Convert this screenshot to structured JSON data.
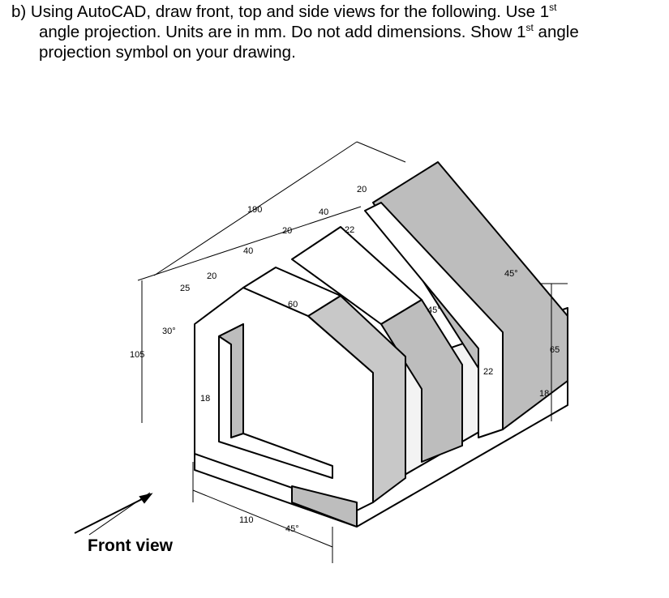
{
  "question": {
    "line1_a": "b) Using AutoCAD, draw front, top and side views for the following. Use 1",
    "line1_sup": "st",
    "line2_a": "angle projection. Units are in mm. Do not add dimensions. Show 1",
    "line2_sup": "st",
    "line2_b": " angle",
    "line3": "projection symbol on your drawing."
  },
  "drawing": {
    "dimensions": {
      "d190": "190",
      "d40a": "40",
      "d40b": "40",
      "d20a": "20",
      "d20b": "20",
      "d20c": "20",
      "d22a": "22",
      "d22b": "22",
      "d25": "25",
      "d30": "30°",
      "d105": "105",
      "d18a": "18",
      "d18b": "18",
      "d60": "60",
      "d45a": "45°",
      "d45b": "45°",
      "d45c": "45°",
      "d65": "65",
      "d110": "110"
    },
    "front_view_label": "Front view"
  }
}
